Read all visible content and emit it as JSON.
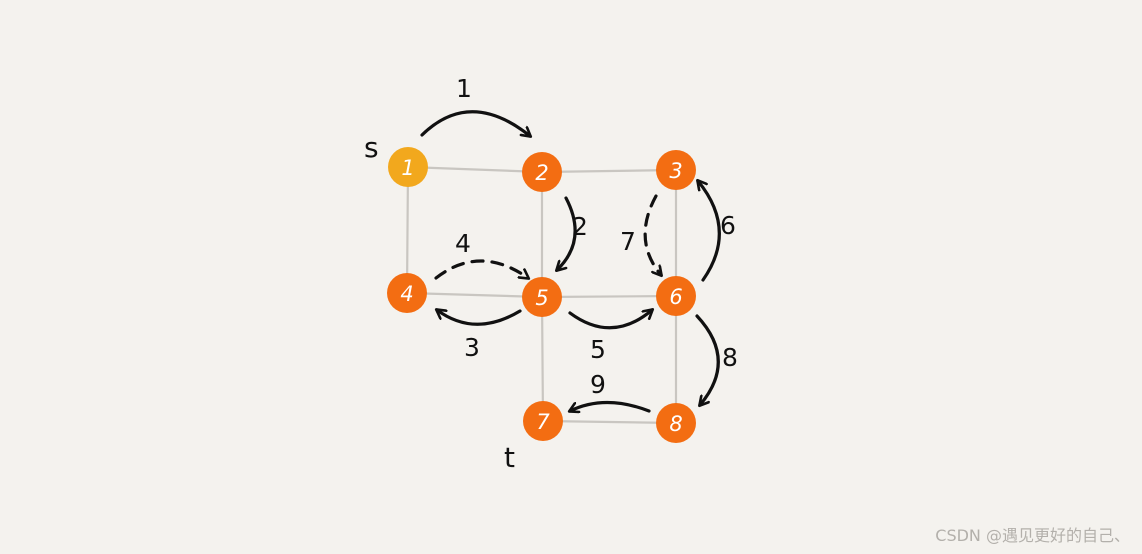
{
  "graph": {
    "nodes": [
      {
        "id": "1",
        "label": "1",
        "color": "#f2a81d"
      },
      {
        "id": "2",
        "label": "2",
        "color": "#f36d12"
      },
      {
        "id": "3",
        "label": "3",
        "color": "#f36d12"
      },
      {
        "id": "4",
        "label": "4",
        "color": "#f36d12"
      },
      {
        "id": "5",
        "label": "5",
        "color": "#f36d12"
      },
      {
        "id": "6",
        "label": "6",
        "color": "#f36d12"
      },
      {
        "id": "7",
        "label": "7",
        "color": "#f36d12"
      },
      {
        "id": "8",
        "label": "8",
        "color": "#f36d12"
      }
    ],
    "edges": [
      [
        "1",
        "2"
      ],
      [
        "2",
        "3"
      ],
      [
        "1",
        "4"
      ],
      [
        "2",
        "5"
      ],
      [
        "3",
        "6"
      ],
      [
        "4",
        "5"
      ],
      [
        "5",
        "6"
      ],
      [
        "5",
        "7"
      ],
      [
        "6",
        "8"
      ],
      [
        "7",
        "8"
      ]
    ],
    "steps": [
      {
        "label": "1",
        "from": "1",
        "to": "2",
        "dashed": false
      },
      {
        "label": "2",
        "from": "2",
        "to": "5",
        "dashed": false
      },
      {
        "label": "3",
        "from": "5",
        "to": "4",
        "dashed": false
      },
      {
        "label": "4",
        "from": "4",
        "to": "5",
        "dashed": true
      },
      {
        "label": "5",
        "from": "5",
        "to": "6",
        "dashed": false
      },
      {
        "label": "6",
        "from": "6",
        "to": "3",
        "dashed": false
      },
      {
        "label": "7",
        "from": "3",
        "to": "6",
        "dashed": true
      },
      {
        "label": "8",
        "from": "6",
        "to": "8",
        "dashed": false
      },
      {
        "label": "9",
        "from": "8",
        "to": "7",
        "dashed": false
      }
    ],
    "source_label": "s",
    "target_label": "t"
  },
  "colors": {
    "edge": "#c9c6c1",
    "arrow": "#111111",
    "background": "#f4f2ee"
  },
  "watermark": "CSDN @遇见更好的自己、"
}
